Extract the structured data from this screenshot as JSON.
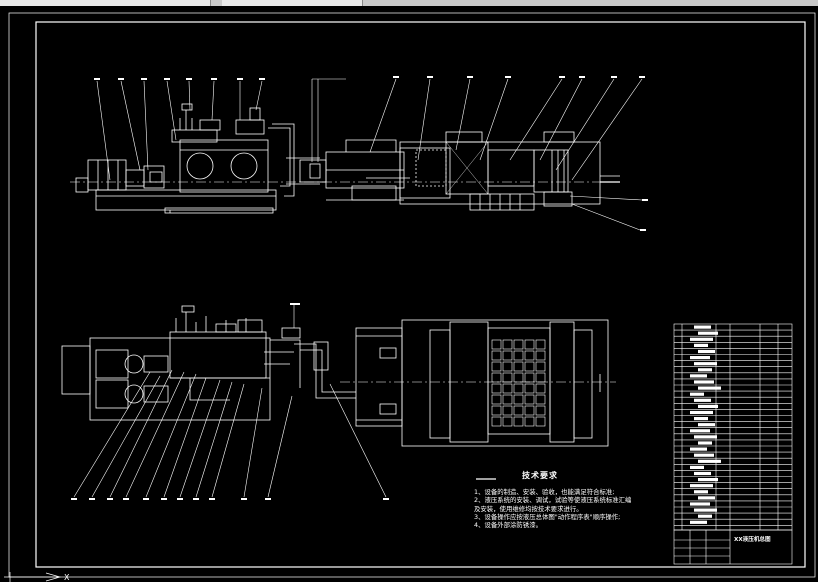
{
  "drawing": {
    "tech_requirements": {
      "heading": "技术要求",
      "items": [
        "1、设备的制造、安装、验收，也能满足符合标准;",
        "2、液压系统的安装、调试，试验等使液压系统标准汇编",
        "   及安装，使用维修均按技术要求进行。",
        "3、设备操作应按液压总体图\"动作程序表\"顺序操作;",
        "4、设备外部涂防锈漆。"
      ]
    },
    "title_block": {
      "drawing_title": "XX液压机总图"
    },
    "corner_marker": "X",
    "colors": {
      "background": "#000000",
      "line": "#ffffff",
      "ui_strip": "#c9c9c9"
    }
  }
}
